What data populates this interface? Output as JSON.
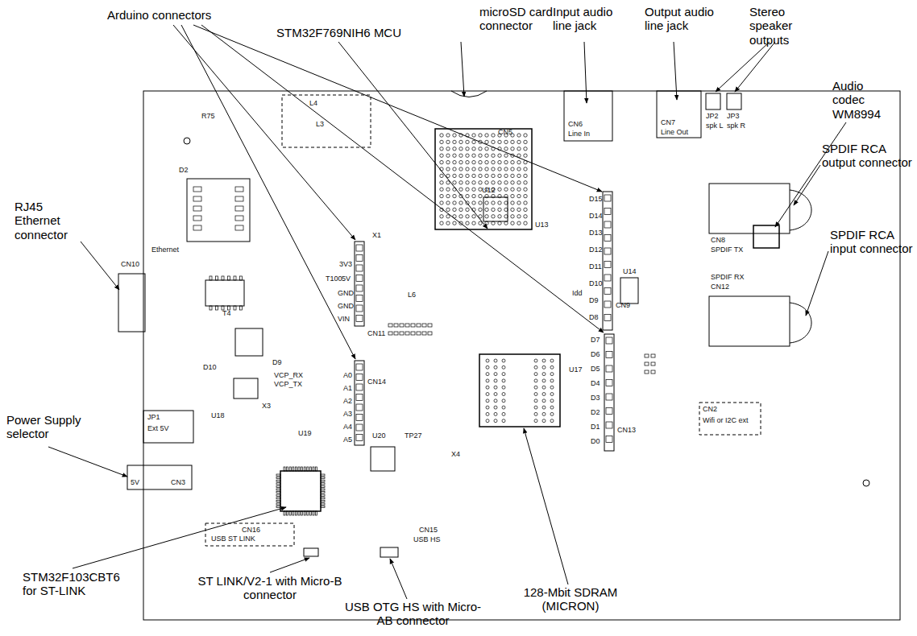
{
  "diagram": {
    "labels": [
      "Arduino connectors",
      "STM32F769NIH6 MCU",
      "microSD card connector",
      "Input audio line jack",
      "Output audio line jack",
      "Stereo speaker outputs",
      "Audio codec WM8994",
      "SPDIF RCA output connector",
      "SPDIF RCA input connector",
      "RJ45 Ethernet connector",
      "Power Supply selector",
      "STM32F103CBT6 for ST-LINK",
      "ST LINK/V2-1 with Micro-B connector",
      "USB OTG HS with Micro-AB connector",
      "128-Mbit SDRAM (MICRON)",
      "CN10",
      "Ethernet",
      "3V3",
      "5V",
      "GND",
      "GND",
      "VIN",
      "CN11",
      "A0",
      "A1",
      "A2",
      "A3",
      "A4",
      "A5",
      "CN14",
      "D15",
      "D14",
      "D13",
      "D12",
      "D11",
      "D10",
      "D9",
      "D8",
      "D7",
      "D6",
      "D5",
      "D4",
      "D3",
      "D2",
      "D1",
      "D0",
      "CN9",
      "CN13",
      "CN6",
      "Line In",
      "CN7",
      "Line Out",
      "JP2",
      "JP3",
      "spk L",
      "spk R",
      "CN8",
      "SPDIF TX",
      "SPDIF RX",
      "CN12",
      "CN2",
      "Wifi or I2C ext",
      "JP1",
      "Ext 5V",
      "CN3",
      "5V",
      "CN16",
      "USB ST LINK",
      "CN15",
      "USB HS",
      "U13",
      "U17",
      "U18",
      "U19",
      "U20",
      "U12",
      "U14",
      "T4",
      "X1",
      "X3",
      "X4",
      "D2",
      "D9",
      "D10",
      "T100",
      "TP27",
      "CN5",
      "Idd",
      "VCP_RX",
      "VCP_TX",
      "L4",
      "L3",
      "L6",
      "R75"
    ]
  }
}
